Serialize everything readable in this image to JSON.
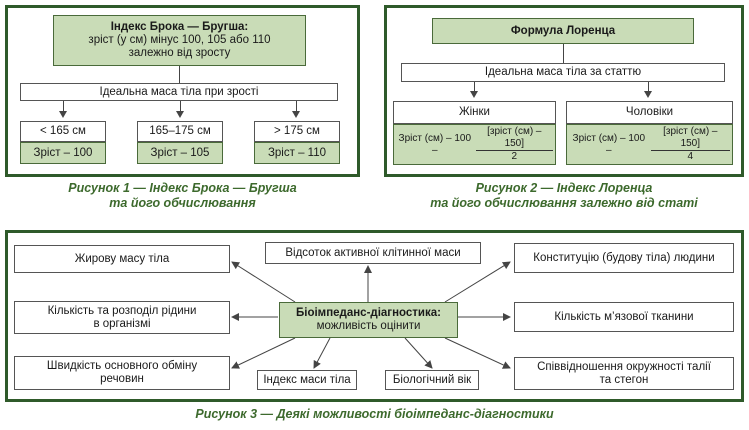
{
  "figure1": {
    "title": "Індекс Брока — Бругша:",
    "title_text": "зріст (у см) мінус 100, 105 або 110 залежно від зросту",
    "subtitle": "Ідеальна маса тіла при зрості",
    "rows": [
      {
        "range": "< 165 см",
        "formula": "Зріст – 100"
      },
      {
        "range": "165–175 см",
        "formula": "Зріст – 105"
      },
      {
        "range": "> 175 см",
        "formula": "Зріст – 110"
      }
    ],
    "caption_line1": "Рисунок 1 — Індекс Брока — Бругша",
    "caption_line2": "та його обчислювання"
  },
  "figure2": {
    "title": "Формула Лоренца",
    "subtitle": "Ідеальна маса тіла за статтю",
    "women": {
      "label": "Жінки",
      "prefix": "Зріст (см) – 100 –",
      "num": "[зріст (см) – 150]",
      "den": "2"
    },
    "men": {
      "label": "Чоловіки",
      "prefix": "Зріст (см) – 100 –",
      "num": "[зріст (см) – 150]",
      "den": "4"
    },
    "caption_line1": "Рисунок 2 — Індекс Лоренца",
    "caption_line2": "та його обчислювання залежно від статі"
  },
  "figure3": {
    "center_title": "Біоімпеданс-діагностика:",
    "center_text": "можливість оцінити",
    "items": {
      "fat": "Жирову масу тіла",
      "cell": "Відсоток активної клітинної маси",
      "constitution": "Конституцію (будову тіла) людини",
      "fluid": "Кількість та розподіл рідини в організмі",
      "muscle": "Кількість м’язової тканини",
      "metabolism": "Швидкість основного обміну речовин",
      "bmi": "Індекс маси тіла",
      "bioage": "Біологічний вік",
      "ratio": "Співвідношення окружності талії та стегон"
    },
    "caption": "Рисунок 3 — Деякі можливості біоімпеданс-діагностики"
  },
  "colors": {
    "border": "#2f5a2a",
    "fill": "#c9dcb7",
    "caption": "#3d6a2d"
  }
}
